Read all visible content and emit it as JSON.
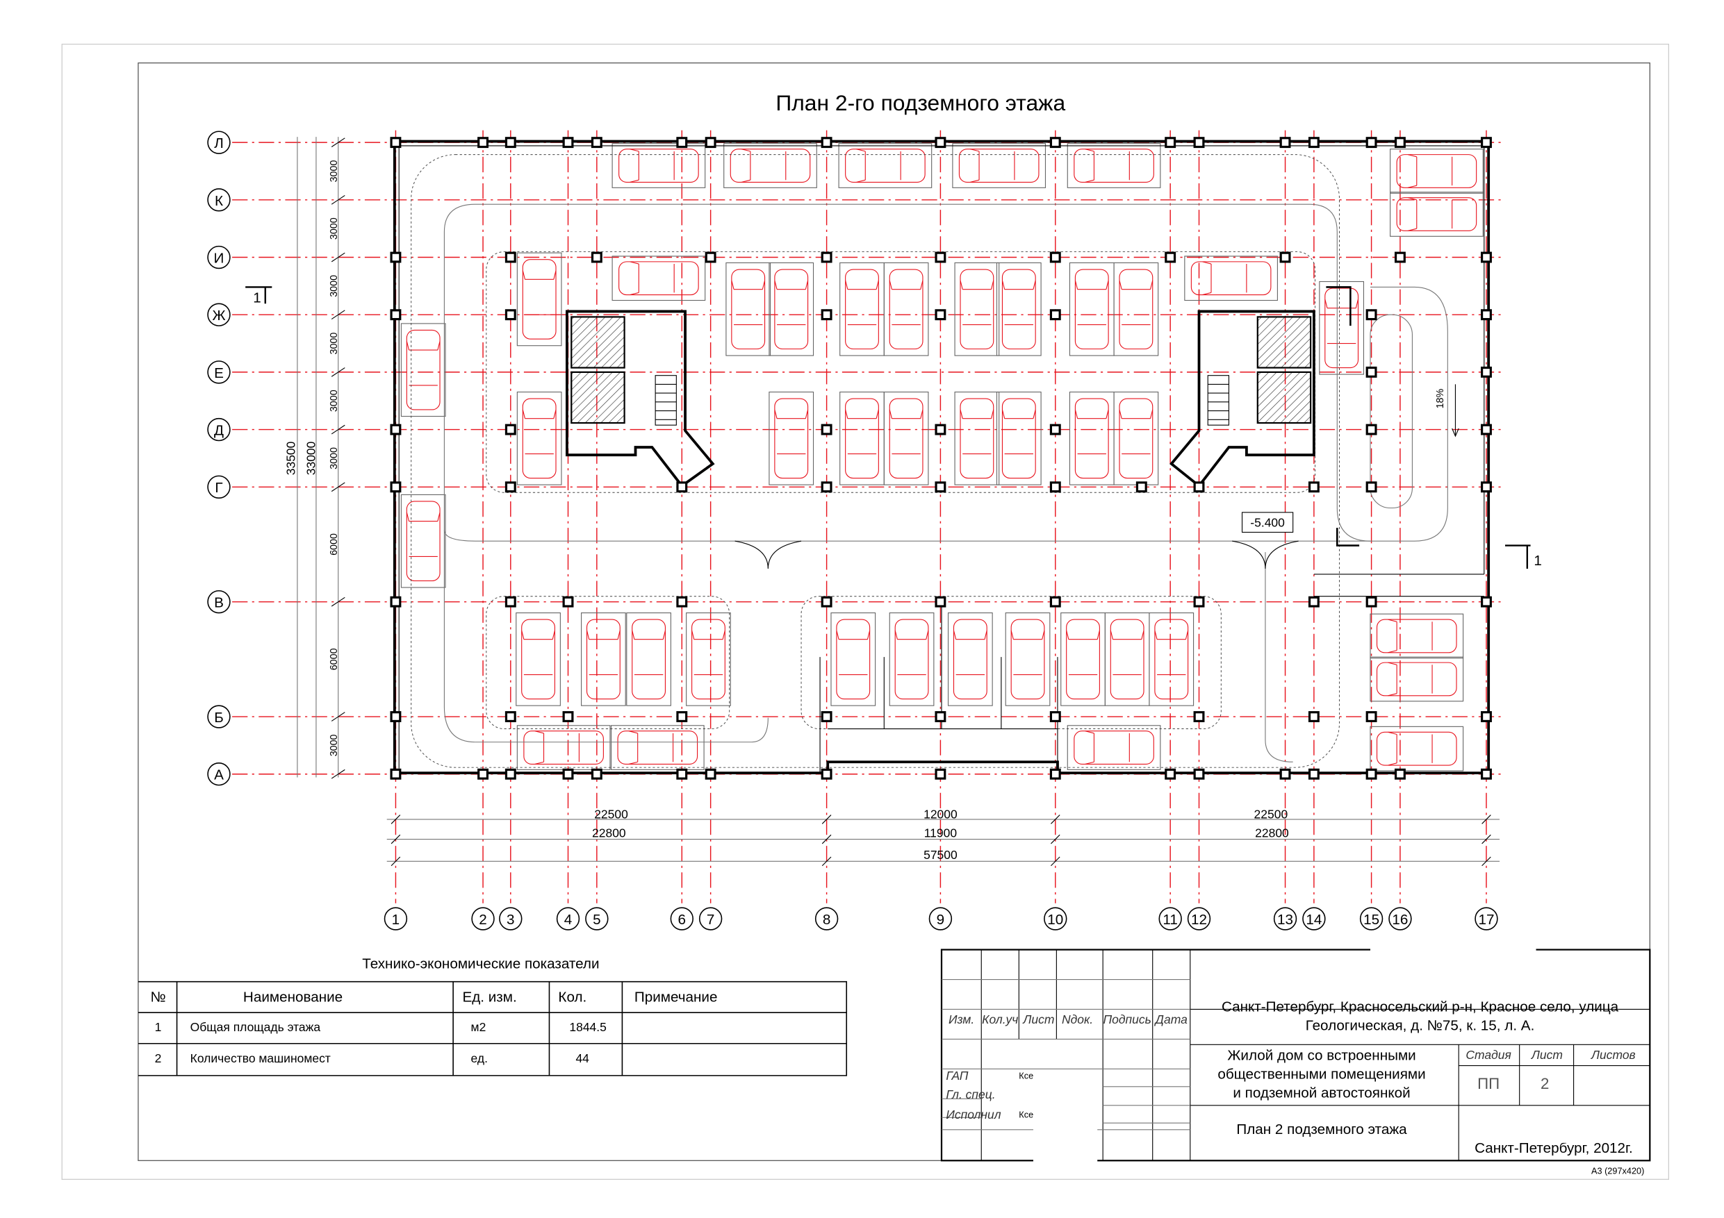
{
  "drawing": {
    "title": "План 2-го подземного этажа",
    "axes_x": [
      "1",
      "2",
      "3",
      "4",
      "5",
      "6",
      "7",
      "8",
      "9",
      "10",
      "11",
      "12",
      "13",
      "14",
      "15",
      "16",
      "17"
    ],
    "axes_y": [
      "Л",
      "К",
      "И",
      "Ж",
      "Е",
      "Д",
      "Г",
      "В",
      "Б",
      "А"
    ],
    "dims_left": [
      "3000",
      "3000",
      "3000",
      "3000",
      "3000",
      "3000",
      "6000",
      "6000",
      "3000"
    ],
    "dim_total_outer": "33500",
    "dim_total_inner": "33000",
    "dims_bottom_1": [
      "22500",
      "12000",
      "22500"
    ],
    "dims_bottom_2": [
      "22800",
      "11900",
      "22800"
    ],
    "dim_bottom_total": "57500",
    "level_mark": "-5.400",
    "ramp_slope": "18%",
    "section_mark": "1",
    "parking_spaces": 44
  },
  "tep": {
    "title": "Технико-экономические показатели",
    "headers": [
      "№",
      "Наименование",
      "Ед. изм.",
      "Кол.",
      "Примечание"
    ],
    "rows": [
      [
        "1",
        "Общая площадь этажа",
        "м2",
        "1844.5",
        ""
      ],
      [
        "2",
        "Количество машиномест",
        "ед.",
        "44",
        ""
      ]
    ]
  },
  "stamp": {
    "cols": [
      "Изм.",
      "Кол.уч",
      "Лист",
      "Nдок.",
      "Подпись",
      "Дата"
    ],
    "address_1": "Санкт-Петербург, Красносельский р-н, Красное село, улица",
    "address_2": "Геологическая, д. №75, к. 15, л. А.",
    "object_1": "Жилой дом со встроенными",
    "object_2": "общественными помещениями",
    "object_3": "и подземной автостоянкой",
    "sheet_title": "План 2 подземного этажа",
    "stage_label": "Стадия",
    "sheet_label": "Лист",
    "sheets_label": "Листов",
    "stage": "ПП",
    "sheet": "2",
    "roles": [
      "ГАП",
      "Гл. спец.",
      "Исполнил"
    ],
    "signers": [
      "Кce",
      "Кce"
    ],
    "org": "Санкт-Петербург, 2012г.",
    "format": "А3 (297х420)"
  }
}
